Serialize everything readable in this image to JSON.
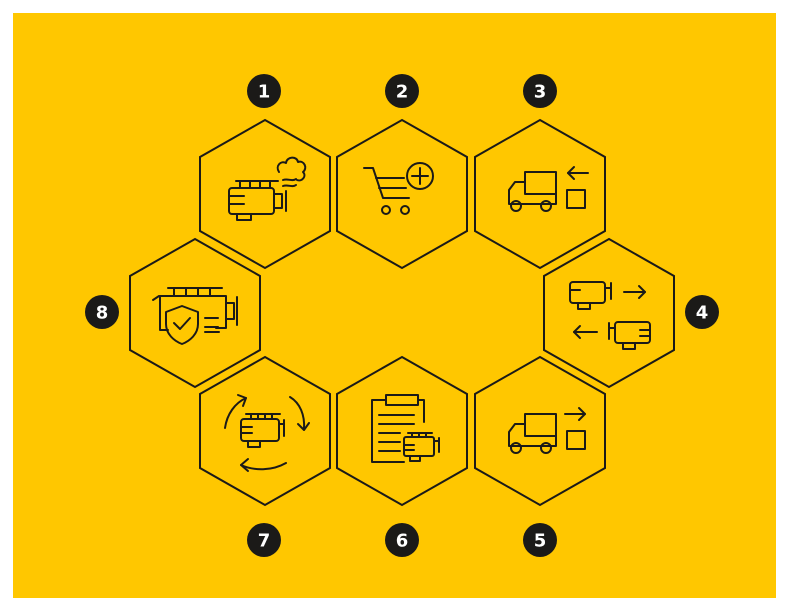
{
  "colors": {
    "background": "#FFC700",
    "stroke": "#1b1a18",
    "badge": "#1b1a18",
    "badge_text": "#ffffff"
  },
  "steps": [
    {
      "number": "1",
      "icon": "engine-steam-icon"
    },
    {
      "number": "2",
      "icon": "cart-add-icon"
    },
    {
      "number": "3",
      "icon": "truck-incoming-box-icon"
    },
    {
      "number": "4",
      "icon": "engine-swap-icon"
    },
    {
      "number": "5",
      "icon": "truck-outgoing-box-icon"
    },
    {
      "number": "6",
      "icon": "clipboard-engine-icon"
    },
    {
      "number": "7",
      "icon": "engine-cycle-icon"
    },
    {
      "number": "8",
      "icon": "engine-warranty-shield-icon"
    }
  ]
}
